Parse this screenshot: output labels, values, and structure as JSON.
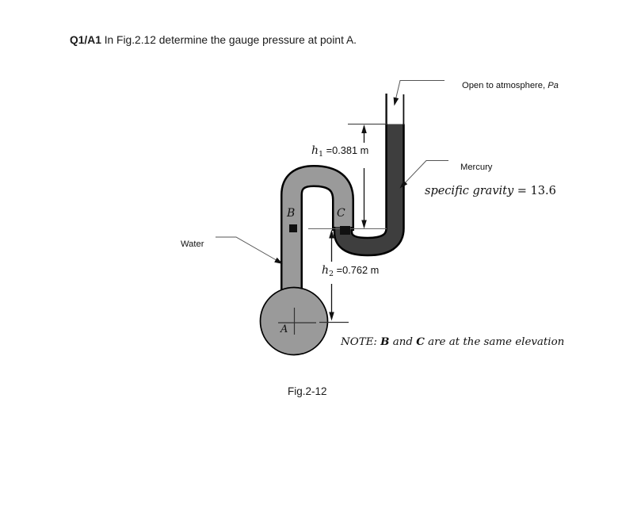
{
  "title": {
    "label": "Q1/A1",
    "text": " In Fig.2.12 determine the gauge pressure at point A."
  },
  "figure": {
    "caption": "Fig.2-12",
    "open_atmosphere": {
      "text": "Open to atmosphere, ",
      "symbol": "Pa"
    },
    "mercury": {
      "label": "Mercury",
      "property_name": "specific gravity",
      "property_value": " = 13.6"
    },
    "water_label": "Water",
    "dimensions": {
      "h1": {
        "var": "h",
        "sub": "1",
        "value": " =0.381 m"
      },
      "h2": {
        "var": "h",
        "sub": "2",
        "value": " =0.762 m"
      }
    },
    "points": {
      "a": "A",
      "b": "B",
      "c": "C"
    },
    "note": {
      "prefix": "NOTE: ",
      "b": "B",
      "and": " and ",
      "c": "C",
      "rest": " are at the same elevation"
    }
  },
  "colors": {
    "water_gray": "#9a9a9a",
    "mercury_dark": "#3e3e3e",
    "outline": "#000000",
    "leader": "#555555"
  }
}
